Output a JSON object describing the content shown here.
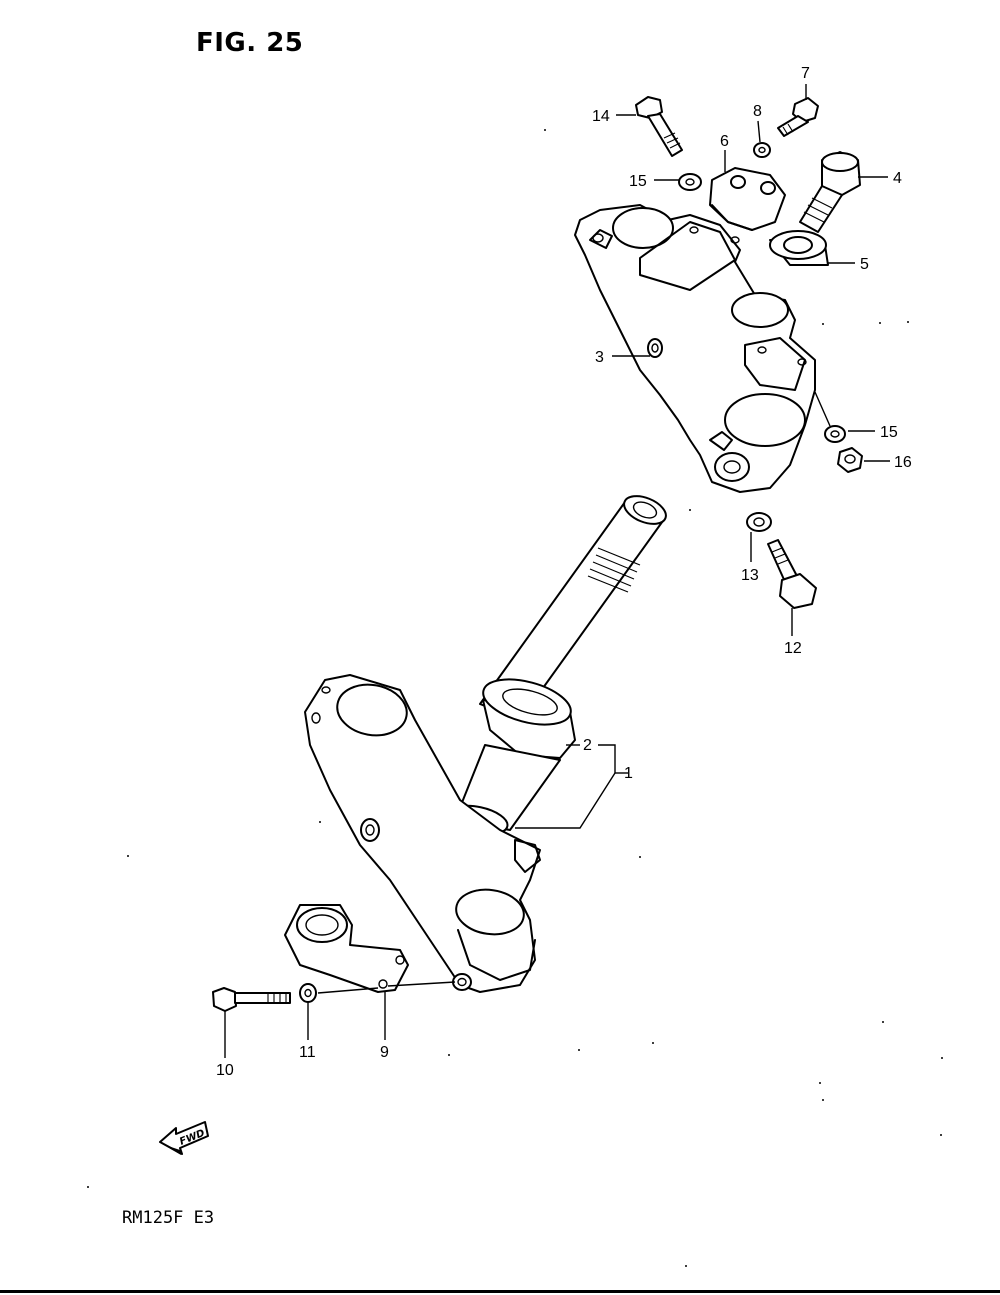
{
  "figure": {
    "title": "FIG. 25",
    "model_code": "RM125F E3"
  },
  "fwd_badge": {
    "text": "FWD"
  },
  "callouts": [
    {
      "key": "1",
      "text": "1"
    },
    {
      "key": "2",
      "text": "2"
    },
    {
      "key": "3",
      "text": "3"
    },
    {
      "key": "4",
      "text": "4"
    },
    {
      "key": "5",
      "text": "5"
    },
    {
      "key": "6",
      "text": "6"
    },
    {
      "key": "7",
      "text": "7"
    },
    {
      "key": "8",
      "text": "8"
    },
    {
      "key": "9",
      "text": "9"
    },
    {
      "key": "10",
      "text": "10"
    },
    {
      "key": "11",
      "text": "11"
    },
    {
      "key": "12",
      "text": "12"
    },
    {
      "key": "13",
      "text": "13"
    },
    {
      "key": "14",
      "text": "14"
    },
    {
      "key": "15a",
      "text": "15"
    },
    {
      "key": "15b",
      "text": "15"
    },
    {
      "key": "16",
      "text": "16"
    }
  ]
}
